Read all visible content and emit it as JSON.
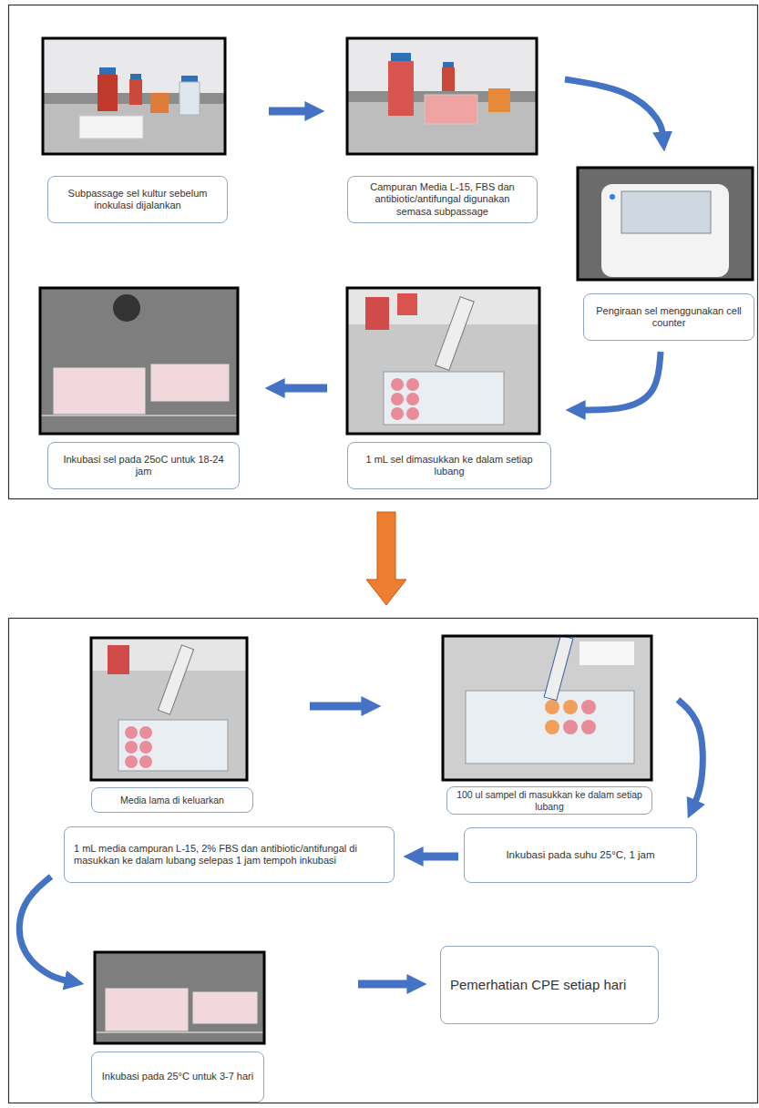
{
  "diagram": {
    "nodes": [
      {
        "text": [
          "Subpassage sel kultur sebelum inokulasi dijalankan"
        ]
      },
      {
        "text": [
          "Campuran Media L-15, FBS dan antibiotic/antifungal digunakan semasa subpassage"
        ]
      },
      {
        "text": [
          "Pengiraan sel menggunakan cell counter"
        ]
      },
      {
        "text": [
          "1 mL sel dimasukkan ke dalam setiap lubang"
        ]
      },
      {
        "text": [
          "Inkubasi sel pada 25oC untuk 18-24 jam"
        ]
      },
      {
        "text": [
          "Media lama di keluarkan"
        ]
      },
      {
        "text": [
          "100 ul sampel di masukkan ke dalam setiap lubang"
        ]
      },
      {
        "text": [
          "Inkubasi pada suhu 25°C, 1 jam"
        ]
      },
      {
        "text": [
          "1 mL media campuran L-15, 2% FBS dan antibiotic/antifungal di masukkan ke dalam lubang selepas 1 jam tempoh inkubasi"
        ]
      },
      {
        "text": [
          "Inkubasi pada 25°C untuk 3-7 hari"
        ]
      },
      {
        "text": [
          "Pemerhatian CPE setiap hari"
        ]
      }
    ],
    "edges": [
      {
        "from": 0,
        "to": 1,
        "arrow": "to"
      },
      {
        "from": 1,
        "to": 2,
        "arrow": "to"
      },
      {
        "from": 2,
        "to": 3,
        "arrow": "to"
      },
      {
        "from": 3,
        "to": 4,
        "arrow": "to"
      },
      {
        "from": 5,
        "to": 6,
        "arrow": "to"
      },
      {
        "from": 6,
        "to": 7,
        "arrow": "to"
      },
      {
        "from": 7,
        "to": 8,
        "arrow": "to"
      },
      {
        "from": 8,
        "to": 9,
        "arrow": "to"
      },
      {
        "from": 9,
        "to": 10,
        "arrow": "to"
      }
    ]
  }
}
